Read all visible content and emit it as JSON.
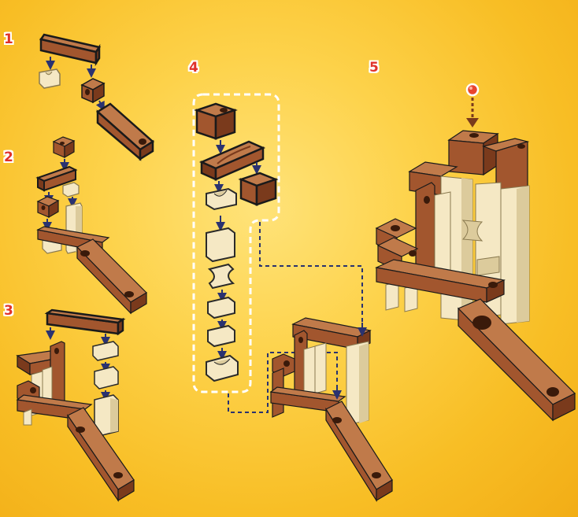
{
  "steps": [
    {
      "number": "1"
    },
    {
      "number": "2"
    },
    {
      "number": "3"
    },
    {
      "number": "4"
    },
    {
      "number": "5"
    }
  ],
  "colors": {
    "brown": "#a2562e",
    "brown_dark": "#7a3a1c",
    "cream": "#f5e8c4",
    "cream_shade": "#dccb9c",
    "arrow": "#2a3270",
    "background": "#fdd24a",
    "label_red": "#e0322a",
    "marker_red": "#e8452f"
  },
  "icons": [
    "down-arrow-icon",
    "start-marker-icon"
  ]
}
